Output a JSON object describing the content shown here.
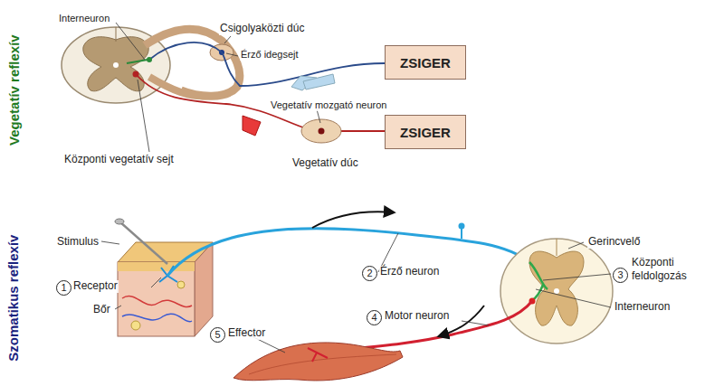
{
  "diagram": {
    "nodes": [
      {
        "text": [
          "ZSIGER"
        ]
      },
      {
        "text": [
          "ZSIGER"
        ]
      }
    ],
    "labels": [
      "Vegetatív reflexív",
      "Szomatikus reflexív",
      "Interneuron",
      "Csigolyaközti dúc",
      "Érző idegsejt",
      "Vegetatív mozgató neuron",
      "Központi vegetatív sejt",
      "Vegetatív dúc",
      "Stimulus",
      "1",
      "Receptor",
      "Bőr",
      "2",
      "Érző neuron",
      "Gerincvelő",
      "3",
      "Központi feldolgozás",
      "Interneuron",
      "4",
      "Motor neuron",
      "5",
      "Effector"
    ]
  }
}
